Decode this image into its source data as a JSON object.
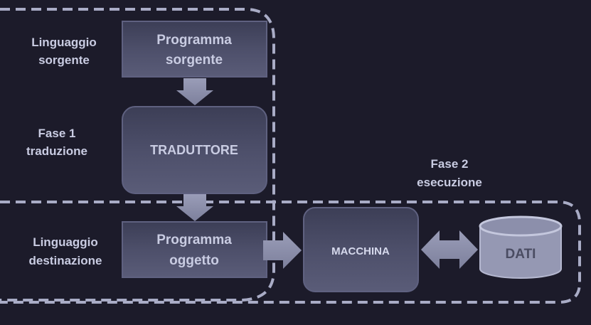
{
  "labels": {
    "source_lang": [
      "Linguaggio",
      "sorgente"
    ],
    "phase1": [
      "Fase 1",
      "traduzione"
    ],
    "phase2": [
      "Fase 2",
      "esecuzione"
    ],
    "dest_lang": [
      "Linguaggio",
      "destinazione"
    ]
  },
  "boxes": {
    "source_program": [
      "Programma",
      "sorgente"
    ],
    "translator": "TRADUTTORE",
    "object_program": [
      "Programma",
      "oggetto"
    ],
    "machine": "MACCHINA",
    "data": "DATI"
  },
  "colors": {
    "background": "#1c1b2a",
    "box": "#4b4d67",
    "dash": "#a9acc6",
    "text": "#c9cce2"
  }
}
